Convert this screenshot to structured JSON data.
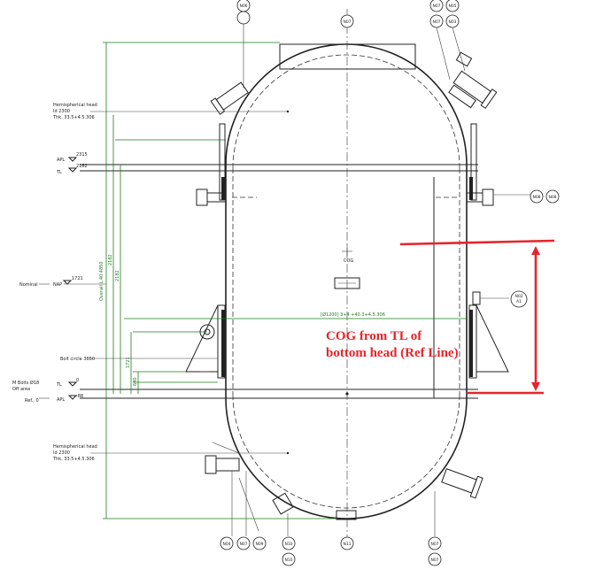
{
  "left_labels": {
    "top_head": [
      "Hemispherical head",
      "Id 2300",
      "Thk. 33.5+4.5.306"
    ],
    "bottom_head": [
      "Hemispherical head",
      "Id 2300",
      "Thk. 33.5+4.5.306"
    ],
    "ref_elevation": [
      "Nominal"
    ],
    "bolt_circle": [
      "Bolt circle 3650"
    ],
    "anchor": [
      "M Bolts Ø18",
      "Off area"
    ],
    "ref_line": [
      "Ref., 0"
    ]
  },
  "level_marks": [
    {
      "tag": "APL",
      "value": "2315"
    },
    {
      "tag": "TL",
      "value": "2182"
    },
    {
      "tag": "NAP",
      "value": "1721"
    },
    {
      "tag": "TL",
      "value": "0"
    },
    {
      "tag": "APL",
      "value": "-88"
    }
  ],
  "dimensions": {
    "overall": "Overall L.40 4850",
    "d1": "2182",
    "d2": "2182",
    "d3": "1721",
    "d4": "640",
    "d5": "88",
    "d6": "88",
    "d7": "88",
    "horizontal": "[Ø1200] 3+4 +40.3+4.5.306",
    "cog_label": "COG"
  },
  "nozzles_top": [
    "N06",
    "N07",
    "N05",
    "N07",
    "N03"
  ],
  "nozzles_right": [
    "N08",
    "N08"
  ],
  "nozzle_mid_right": [
    "N02",
    "A1"
  ],
  "nozzles_bottom": [
    "N04",
    "N07",
    "N09",
    "N10",
    "N10",
    "N11",
    "N07",
    "N07"
  ],
  "annotation": {
    "line1": "COG from TL of",
    "line2": "bottom head (Ref Line)"
  },
  "colors": {
    "annotation": "#e8242a",
    "dimension": "#1e7a1e",
    "linework": "#222222"
  }
}
